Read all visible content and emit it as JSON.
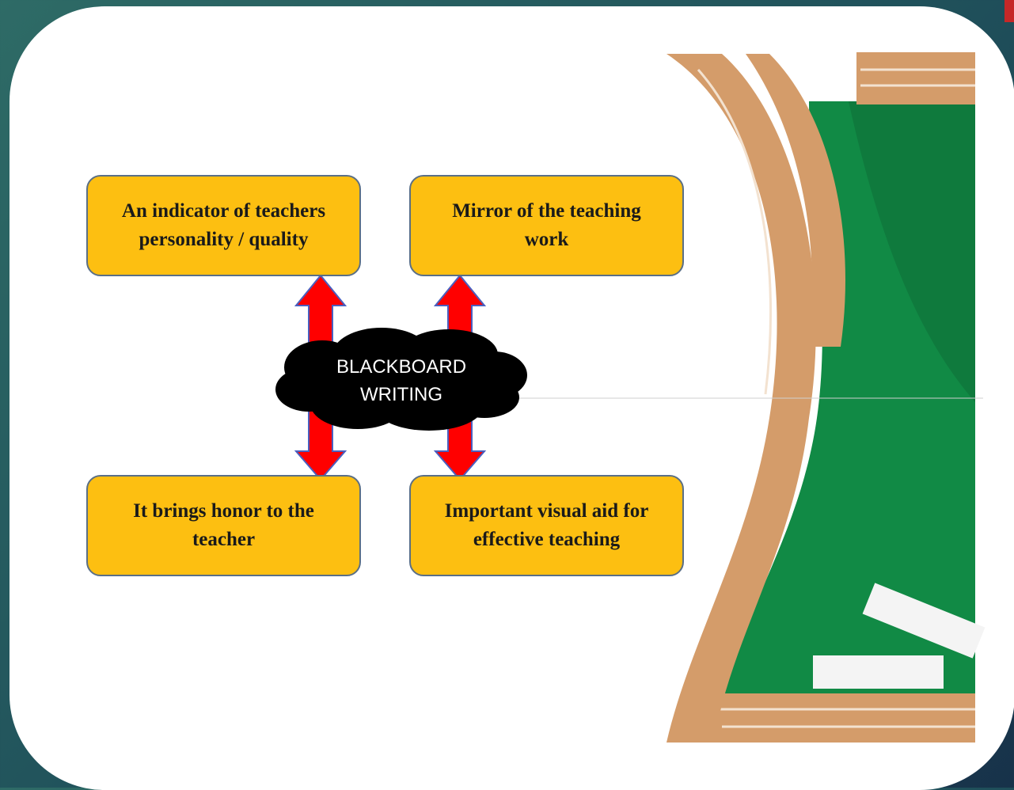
{
  "diagram": {
    "center": {
      "line1": "BLACKBOARD",
      "line2": "WRITING"
    },
    "nodes": {
      "top_left": {
        "line1": "An indicator of teachers",
        "line2": "personality / quality"
      },
      "top_right": {
        "line1": "Mirror of the teaching",
        "line2": "work"
      },
      "bottom_left": {
        "line1": "It brings honor to the",
        "line2": "teacher"
      },
      "bottom_right": {
        "line1": "Important visual aid for",
        "line2": "effective teaching"
      }
    }
  },
  "colors": {
    "node_fill": "#fdbf11",
    "node_border": "#5a6f86",
    "arrow_fill": "#ff0000",
    "arrow_stroke": "#4a5fbf",
    "cloud_fill": "#000000",
    "chalkboard_green": "#118a45",
    "wood": "#d49c6a"
  }
}
